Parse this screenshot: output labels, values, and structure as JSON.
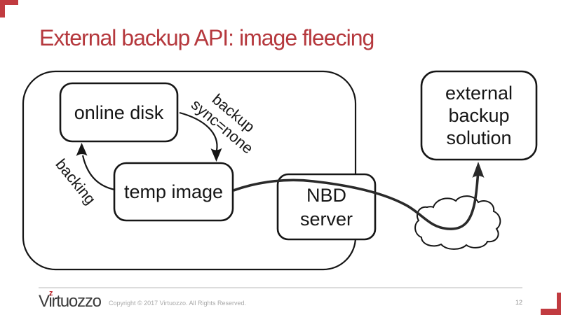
{
  "slide": {
    "title": "External backup API: image fleecing",
    "page_number": "12",
    "colors": {
      "accent_red": "#B5383D",
      "bracket_red": "#C13B40",
      "stroke": "#161616"
    }
  },
  "diagram": {
    "nodes": {
      "online_disk": {
        "label": "online disk"
      },
      "temp_image": {
        "label": "temp image"
      },
      "nbd_server": {
        "line1": "NBD",
        "line2": "server"
      },
      "external_backup": {
        "line1": "external",
        "line2": "backup",
        "line3": "solution"
      }
    },
    "edges": {
      "backup_sync": {
        "line1": "backup",
        "line2": "sync=none"
      },
      "backing": {
        "label": "backing"
      }
    },
    "icons": {
      "cloud": "network-cloud"
    }
  },
  "footer": {
    "logo_text": "Virtuozzo",
    "logo_accent": "z",
    "copyright": "Copyright © 2017 Virtuozzo. All Rights Reserved."
  }
}
